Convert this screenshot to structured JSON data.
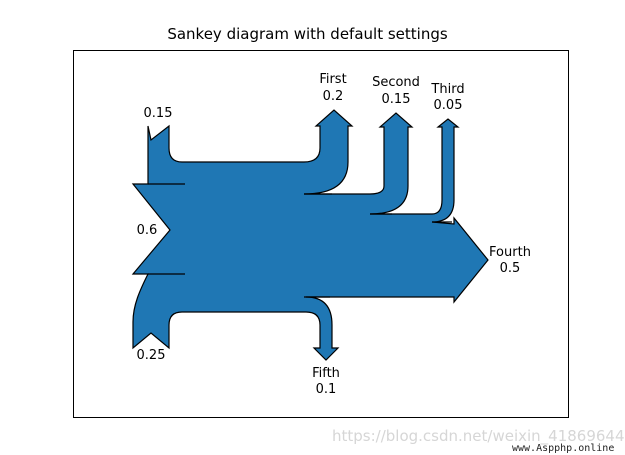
{
  "title": "Sankey diagram with default settings",
  "colors": {
    "flow_fill": "#1f77b4",
    "flow_stroke": "#000000"
  },
  "flows": [
    {
      "label": "",
      "value": "0.25"
    },
    {
      "label": "",
      "value": "0.15"
    },
    {
      "label": "",
      "value": "0.6"
    },
    {
      "label": "First",
      "value": "0.2"
    },
    {
      "label": "Second",
      "value": "0.15"
    },
    {
      "label": "Third",
      "value": "0.05"
    },
    {
      "label": "Fourth",
      "value": "0.5"
    },
    {
      "label": "Fifth",
      "value": "0.1"
    }
  ],
  "watermark": {
    "text": "https://blog.csdn.net/weixin_41869644",
    "site": "www.Aspphp.online"
  }
}
